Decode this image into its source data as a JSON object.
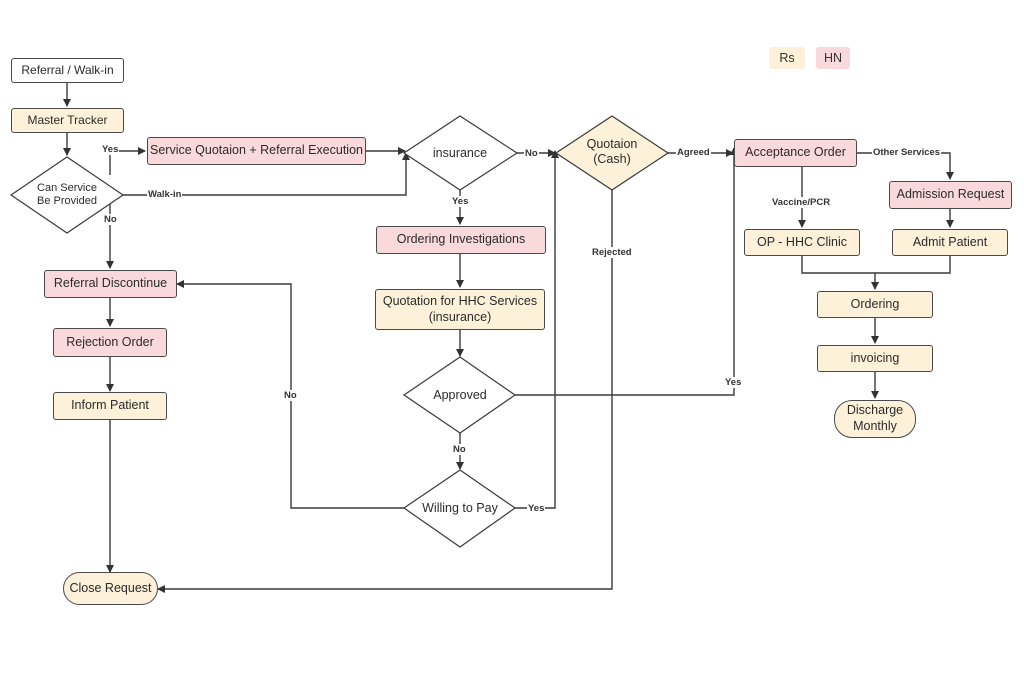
{
  "legend": {
    "rs": "Rs",
    "hn": "HN",
    "rs_color": "#fdf1d9",
    "hn_color": "#f9d9dc"
  },
  "nodes": {
    "referral_walkin": "Referral / Walk-in",
    "master_tracker": "Master Tracker",
    "can_service": "Can Service\nBe Provided",
    "service_quotation": "Service Quotaion + Referral Execution",
    "insurance": "insurance",
    "quotation_cash": "Quotaion\n(Cash)",
    "acceptance_order": "Acceptance Order",
    "admission_request": "Admission Request",
    "admit_patient": "Admit Patient",
    "op_hhc_clinic": "OP - HHC Clinic",
    "ordering": "Ordering",
    "invoicing": "invoicing",
    "discharge_monthly": "Discharge\nMonthly",
    "ordering_investigations": "Ordering Investigations",
    "quotation_hhc": "Quotation for HHC Services\n(insurance)",
    "approved": "Approved",
    "willing_to_pay": "Willing to Pay",
    "referral_discontinue": "Referral Discontinue",
    "rejection_order": "Rejection Order",
    "inform_patient": "Inform Patient",
    "close_request": "Close Request"
  },
  "edge_labels": {
    "yes_service": "Yes",
    "walk_in": "Walk-in",
    "no_service": "No",
    "no_insurance": "No",
    "yes_insurance": "Yes",
    "agreed": "Agreed",
    "rejected": "Rejected",
    "other_services": "Other Services",
    "vaccine_pcr": "Vaccine/PCR",
    "yes_approved": "Yes",
    "no_approved": "No",
    "no_willing": "No",
    "yes_willing": "Yes"
  }
}
